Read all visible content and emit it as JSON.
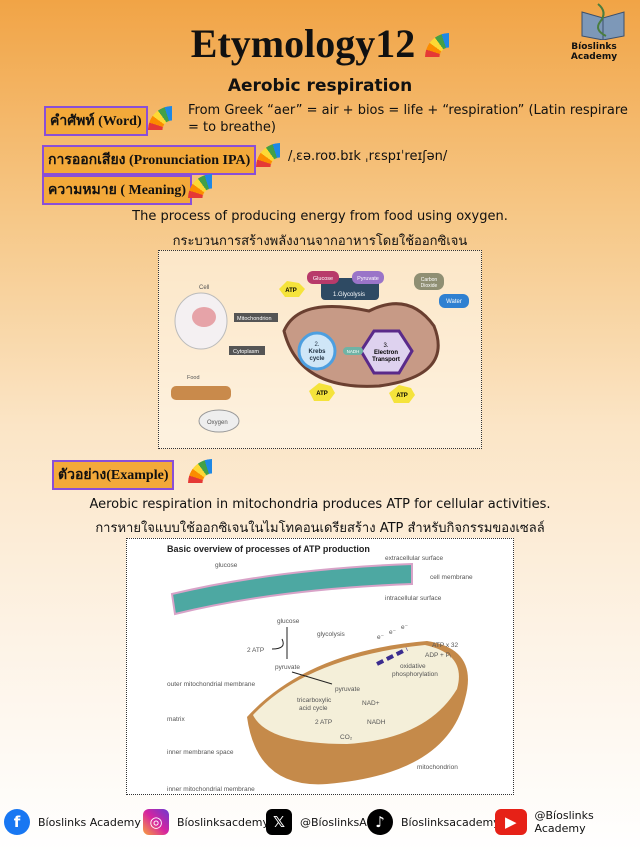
{
  "header": {
    "title": "Etymology12",
    "subtitle": "Aerobic respiration",
    "brand": "Bíoslinks Academy"
  },
  "word": {
    "label": "คำศัพท์ (Word)",
    "text": "From Greek “aer” = air + bios = life + “respiration” (Latin respirare = to breathe)"
  },
  "pronunciation": {
    "label": "การออกเสียง (Pronunciation IPA)",
    "text": "/ˌɛə.roʊ.bɪk ˌrɛspɪˈreɪʃən/"
  },
  "meaning": {
    "label": "ความหมาย ( Meaning)",
    "en": "The process of producing energy from food using oxygen.",
    "th": "กระบวนการสร้างพลังงานจากอาหารโดยใช้ออกซิเจน"
  },
  "diagram1": {
    "cell": "Cell",
    "mitochondrion": "Mitochondrion",
    "cytoplasm": "Cytoplasm",
    "food": "Food",
    "oxygen": "Oxygen",
    "glucose": "Glucose",
    "pyruvate": "Pyruvate",
    "glycolysis": "1.Glycolysis",
    "krebs1": "2.",
    "krebs2": "Krebs",
    "krebs3": "cycle",
    "et1": "3.",
    "et2": "Electron",
    "et3": "Transport",
    "co2a": "Carbon",
    "co2b": "Dioxide",
    "water": "Water",
    "atp": "ATP",
    "nadh": "NADH"
  },
  "example": {
    "label": "ตัวอย่าง(Example)",
    "en": "Aerobic respiration in mitochondria produces ATP for cellular activities.",
    "th": "การหายใจแบบใช้ออกซิเจนในไมโทคอนเดรียสร้าง ATP สำหรับกิจกรรมของเซลล์"
  },
  "diagram2": {
    "title": "Basic overview of processes of ATP production",
    "glucose": "glucose",
    "extracellular": "extracellular surface",
    "cell_membrane": "cell membrane",
    "intracellular": "intracellular surface",
    "glucose2": "glucose",
    "glycolysis": "glycolysis",
    "atp2": "2 ATP",
    "pyruvate": "pyruvate",
    "outer": "outer mitochondrial membrane",
    "pyruvate2": "pyruvate",
    "tca1": "tricarboxylic",
    "tca2": "acid cycle",
    "nad": "NAD+",
    "atp2b": "2 ATP",
    "nadh": "NADH",
    "co2": "CO₂",
    "matrix": "matrix",
    "ims": "inner membrane space",
    "inner": "inner mitochondrial membrane",
    "atp32": "ATP x 32",
    "adp": "ADP + Pᵢ",
    "ox1": "oxidative",
    "ox2": "phosphorylation",
    "electron": "e⁻",
    "mito": "mitochondrion"
  },
  "footer": [
    {
      "icon": "facebook-icon",
      "text": "Bíoslinks Academy",
      "color": "#1877f2"
    },
    {
      "icon": "instagram-icon",
      "text": "Bíoslinksacdemy",
      "color": "#d6249f"
    },
    {
      "icon": "x-icon",
      "text": "@BíoslinksA",
      "color": "#000000"
    },
    {
      "icon": "tiktok-icon",
      "text": "Bíoslinksacademy",
      "color": "#000000"
    },
    {
      "icon": "youtube-icon",
      "text": "@Bíoslinks Academy",
      "color": "#e62117"
    }
  ]
}
